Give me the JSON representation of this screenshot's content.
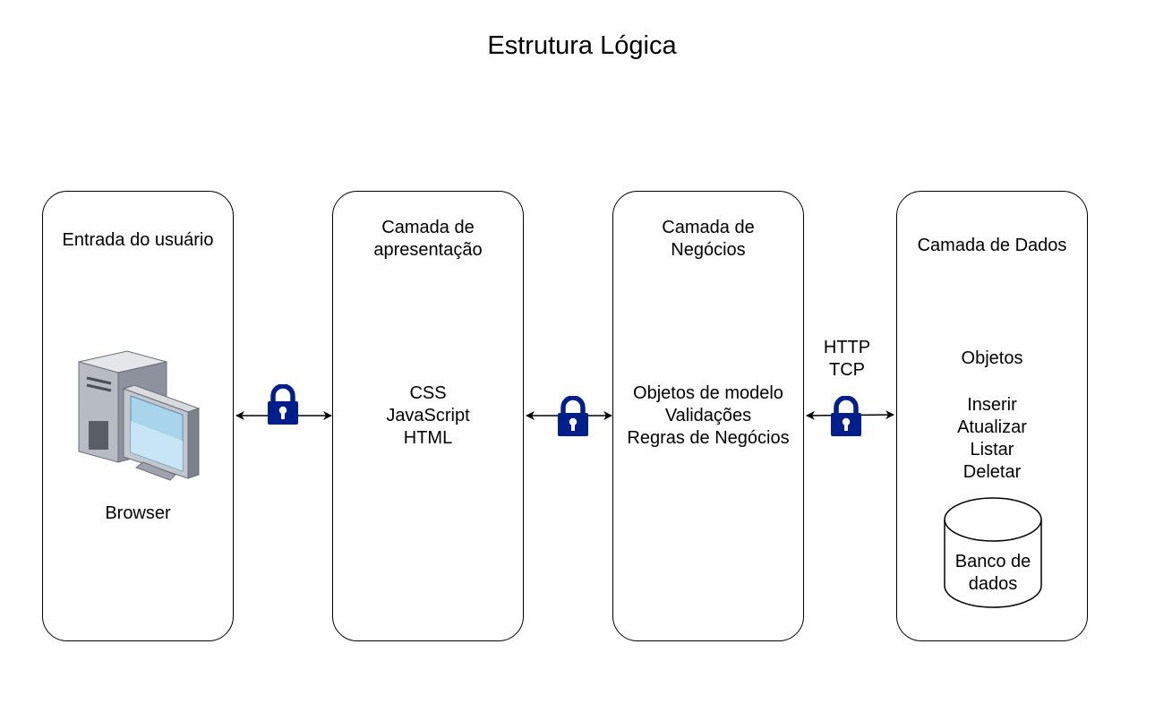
{
  "title": "Estrutura Lógica",
  "panels": [
    {
      "title_lines": [
        "Entrada do usuário"
      ],
      "icon": "computer-icon",
      "label": "Browser"
    },
    {
      "title_lines": [
        "Camada de",
        "apresentação"
      ],
      "items": [
        "CSS",
        "JavaScript",
        "HTML"
      ]
    },
    {
      "title_lines": [
        "Camada de",
        "Negócios"
      ],
      "items": [
        "Objetos de modelo",
        "Validações",
        "Regras de Negócios"
      ]
    },
    {
      "title_lines": [
        "Camada de Dados"
      ],
      "header": "Objetos",
      "items": [
        "Inserir",
        "Atualizar",
        "Listar",
        "Deletar"
      ],
      "database": {
        "label_lines": [
          "Banco de",
          "dados"
        ],
        "icon": "database-icon"
      }
    }
  ],
  "protocols": [
    "HTTP",
    "TCP"
  ],
  "connector_icon": "padlock-icon",
  "colors": {
    "stroke": "#000000",
    "lock": "#001f8c",
    "monitor_screen": "#a8d4ec",
    "tower": "#9ea3ad"
  }
}
